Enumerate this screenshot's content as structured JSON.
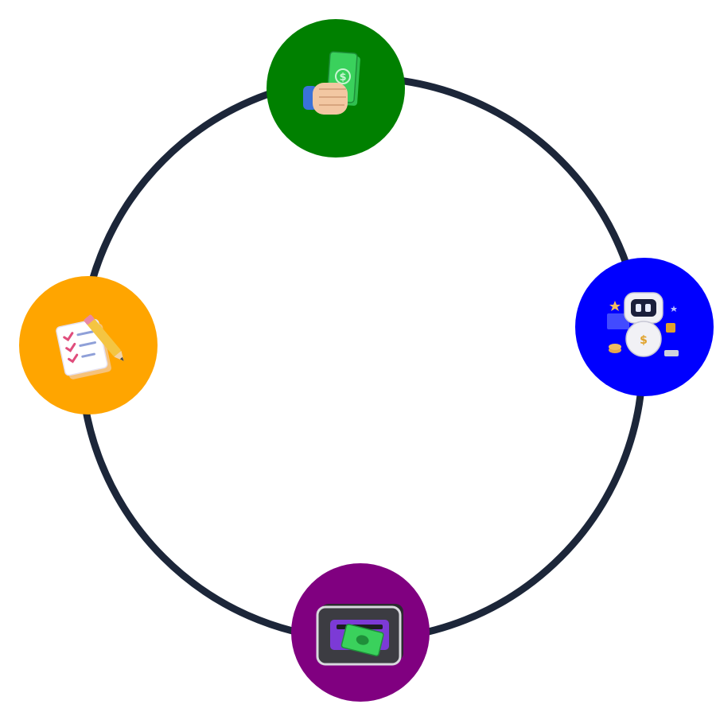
{
  "diagram": {
    "ring_color": "#1c2639",
    "nodes": [
      {
        "id": "top",
        "icon": "hand-holding-cash-icon",
        "color": "#008000"
      },
      {
        "id": "right",
        "icon": "finance-robot-icon",
        "color": "#0000ff"
      },
      {
        "id": "bottom",
        "icon": "atm-cash-slot-icon",
        "color": "#800080"
      },
      {
        "id": "left",
        "icon": "checklist-pencil-icon",
        "color": "#ffa500"
      }
    ]
  }
}
